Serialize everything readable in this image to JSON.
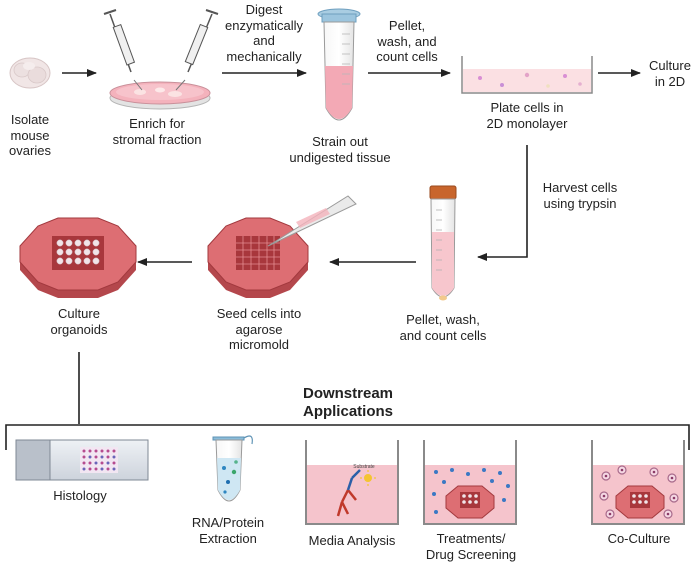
{
  "steps": {
    "isolate": [
      "Isolate",
      "mouse",
      "ovaries"
    ],
    "enrich": [
      "Enrich for",
      "stromal fraction"
    ],
    "digest": [
      "Digest",
      "enzymatically",
      "and",
      "mechanically"
    ],
    "strain": [
      "Strain out",
      "undigested tissue"
    ],
    "pellet_top": [
      "Pellet,",
      "wash, and",
      "count cells"
    ],
    "plate": [
      "Plate cells in",
      "2D monolayer"
    ],
    "culture2d": [
      "Culture",
      "in 2D"
    ],
    "harvest": [
      "Harvest cells",
      "using trypsin"
    ],
    "pellet_mid": [
      "Pellet, wash,",
      "and count cells"
    ],
    "seed": [
      "Seed cells into",
      "agarose",
      "micromold"
    ],
    "culture_org": [
      "Culture",
      "organoids"
    ]
  },
  "downstream": {
    "title": [
      "Downstream",
      "Applications"
    ],
    "items": [
      [
        "Histology"
      ],
      [
        "RNA/Protein",
        "Extraction"
      ],
      [
        "Media Analysis"
      ],
      [
        "Treatments/",
        "Drug Screening"
      ],
      [
        "Co-Culture"
      ]
    ],
    "substrate_label": "Substrate"
  },
  "colors": {
    "ovary": "#efe3e3",
    "pink_medium": "#f3b6c0",
    "mold": "#d9666b",
    "mold_dark": "#8e3034",
    "cap_orange": "#c8652c",
    "cap_blue": "#8bbcd9",
    "arrow": "#222222"
  }
}
